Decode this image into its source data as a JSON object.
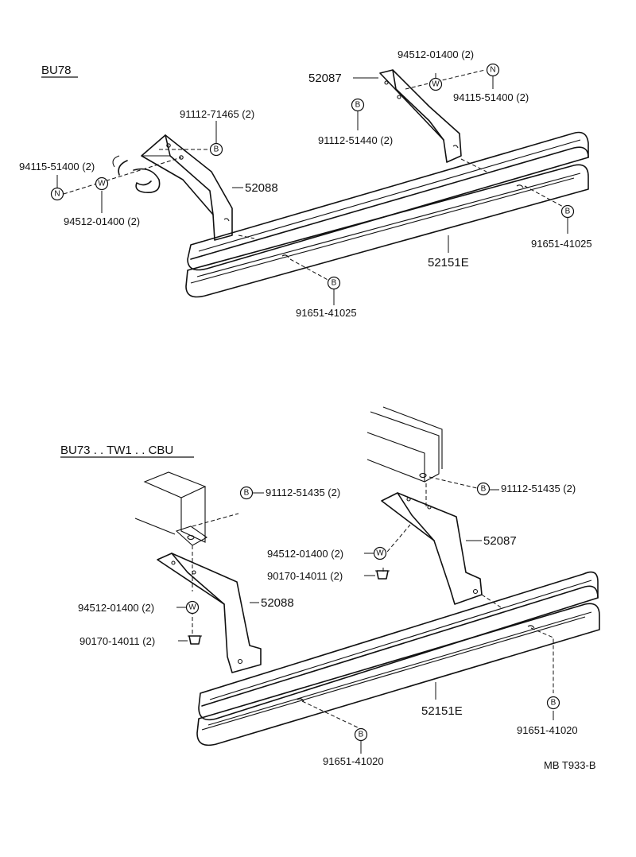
{
  "sections": {
    "top": {
      "title": "BU78"
    },
    "bottom": {
      "title": "BU73 . . TW1 . . CBU"
    }
  },
  "labels": {
    "top": {
      "p94512_01400_a": "94512-01400 (2)",
      "p52087": "52087",
      "p94115_51400_a": "94115-51400 (2)",
      "p91112_51440": "91112-51440 (2)",
      "p91112_71465": "91112-71465 (2)",
      "p94115_51400_b": "94115-51400 (2)",
      "p52088": "52088",
      "p94512_01400_b": "94512-01400 (2)",
      "p91651_41025_a": "91651-41025",
      "p52151E": "52151E",
      "p91651_41025_b": "91651-41025"
    },
    "bottom": {
      "p91112_51435_a": "91112-51435 (2)",
      "p91112_51435_b": "91112-51435 (2)",
      "p52087": "52087",
      "p94512_01400_a": "94512-01400 (2)",
      "p90170_14011_a": "90170-14011 (2)",
      "p52088": "52088",
      "p94512_01400_b": "94512-01400 (2)",
      "p90170_14011_b": "90170-14011 (2)",
      "p52151E": "52151E",
      "p91651_41020_a": "91651-41020",
      "p91651_41020_b": "91651-41020"
    }
  },
  "symbols": {
    "bolt": "B",
    "washer": "W",
    "nut": "N"
  },
  "footer": {
    "code": "MB T933-B"
  }
}
